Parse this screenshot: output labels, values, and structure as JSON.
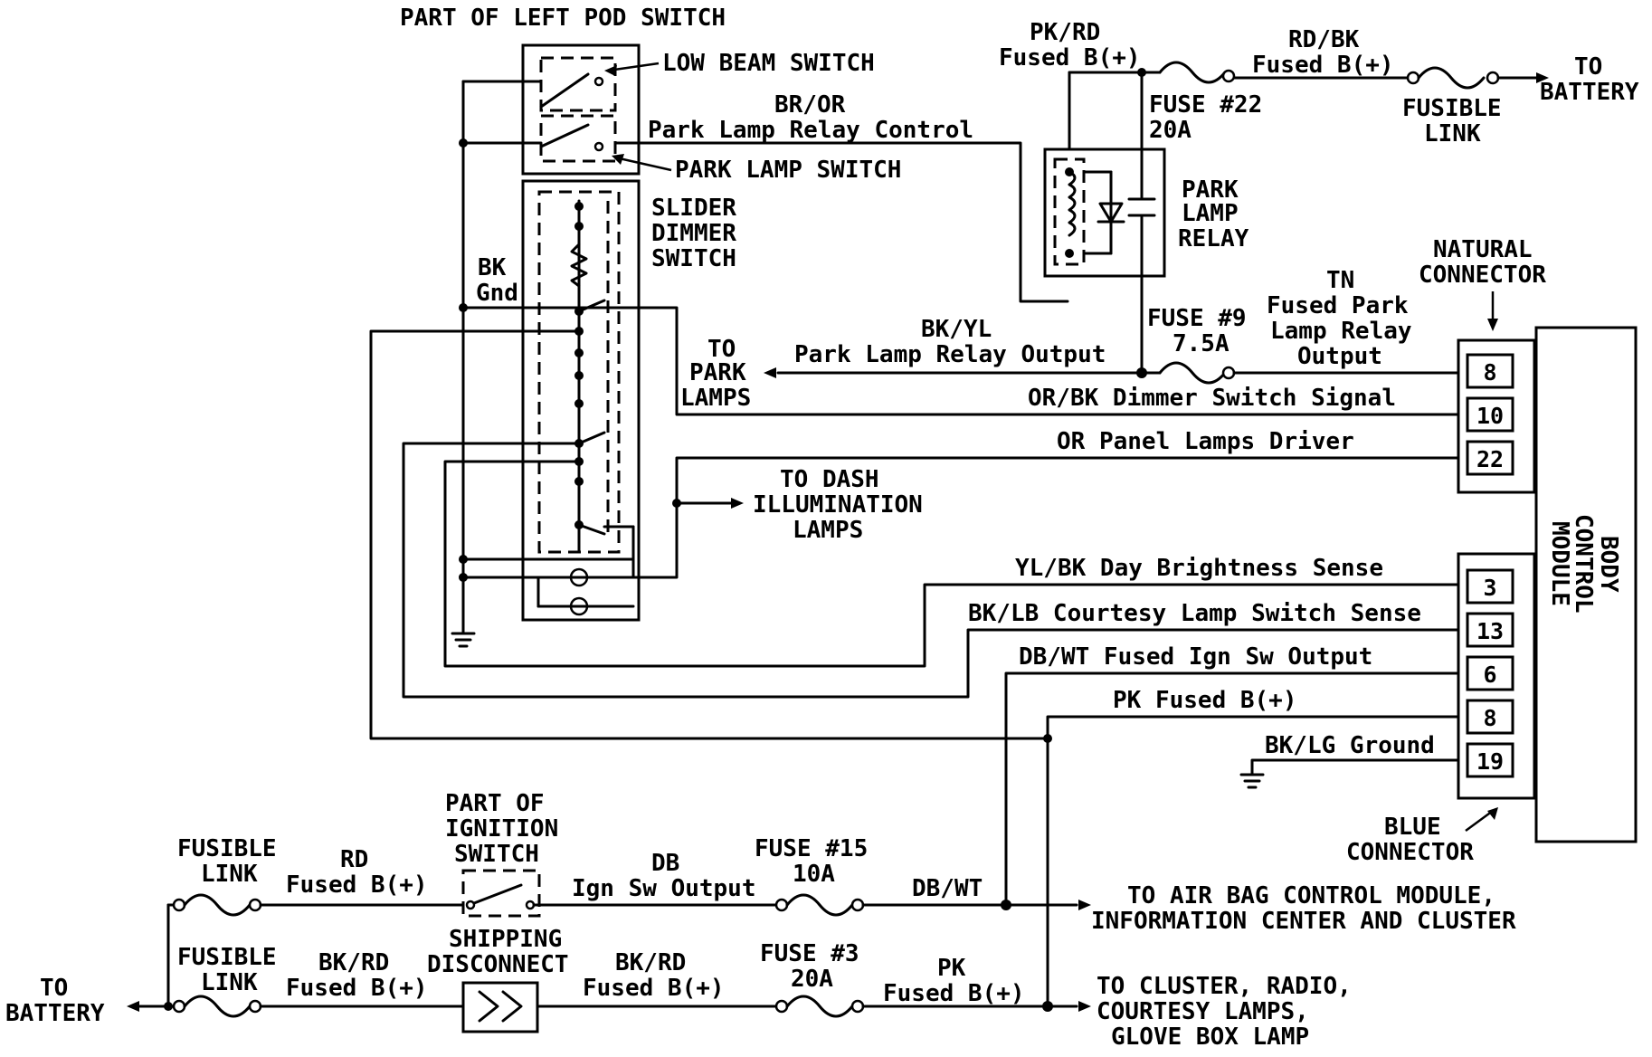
{
  "labels": {
    "part_of_left_pod_switch": "PART OF LEFT POD SWITCH",
    "low_beam_switch": "LOW BEAM SWITCH",
    "park_lamp_switch": "PARK LAMP SWITCH",
    "br_or": "BR/OR",
    "park_lamp_relay_control": "Park Lamp Relay Control",
    "slider": "SLIDER",
    "dimmer": "DIMMER",
    "switch": "SWITCH",
    "bk": "BK",
    "gnd": "Gnd",
    "pk_rd": "PK/RD",
    "fused_b_plus": "Fused B(+)",
    "rd_bk": "RD/BK",
    "fuse_22": "FUSE #22",
    "fuse_22_rating": "20A",
    "to": "TO",
    "battery": "BATTERY",
    "fusible": "FUSIBLE",
    "link": "LINK",
    "park": "PARK",
    "lamp": "LAMP",
    "relay": "RELAY",
    "natural": "NATURAL",
    "connector": "CONNECTOR",
    "tn": "TN",
    "fused_park": "Fused Park",
    "lamp_relay": "Lamp Relay",
    "output": "Output",
    "fuse_9": "FUSE #9",
    "fuse_9_rating": "7.5A",
    "bk_yl": "BK/YL",
    "park_lamp_relay_output": "Park Lamp Relay Output",
    "to_park": "PARK",
    "lamps": "LAMPS",
    "or_bk_dimmer": "OR/BK Dimmer Switch Signal",
    "or_panel_lamps": "OR Panel Lamps Driver",
    "to_dash": "TO DASH",
    "illumination": "ILLUMINATION",
    "yl_bk_day": "YL/BK Day Brightness Sense",
    "bk_lb_courtesy": "BK/LB Courtesy Lamp Switch Sense",
    "db_wt_fused": "DB/WT Fused Ign Sw Output",
    "pk_fused": "PK Fused B(+)",
    "bk_lg_ground": "BK/LG Ground",
    "body_control_module": "BODY CONTROL MODULE",
    "body": "BODY",
    "control": "CONTROL",
    "module": "MODULE",
    "blue": "BLUE",
    "part_of": "PART OF",
    "ignition": "IGNITION",
    "rd": "RD",
    "db": "DB",
    "ign_sw_output": "Ign Sw Output",
    "fuse_15": "FUSE #15",
    "fuse_15_rating": "10A",
    "db_wt": "DB/WT",
    "to_air_bag": "TO AIR BAG CONTROL MODULE,",
    "info_center": "INFORMATION CENTER AND CLUSTER",
    "shipping": "SHIPPING",
    "disconnect": "DISCONNECT",
    "bk_rd": "BK/RD",
    "fuse_3": "FUSE #3",
    "fuse_3_rating": "20A",
    "pk": "PK",
    "to_cluster": "TO CLUSTER, RADIO,",
    "courtesy_lamps": "COURTESY LAMPS,",
    "glove_box": "GLOVE BOX LAMP"
  },
  "natural_connector_pins": [
    "8",
    "10",
    "22"
  ],
  "blue_connector_pins": [
    "3",
    "13",
    "6",
    "8",
    "19"
  ]
}
